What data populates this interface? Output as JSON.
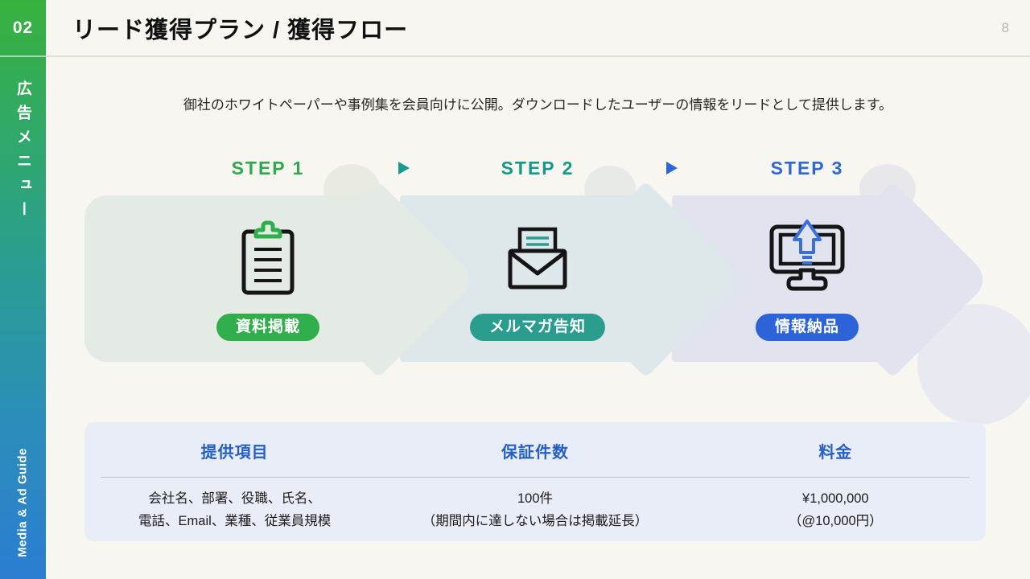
{
  "sidebar": {
    "number": "02",
    "vertical_label": "広告メニュー",
    "bottom_label": "Media & Ad Guide",
    "gradient_top": "#38b23e",
    "gradient_middle": "#2aa08b",
    "gradient_bottom": "#2b7ed2"
  },
  "header": {
    "title": "リード獲得プラン / 獲得フロー",
    "page_number": "8"
  },
  "description": "御社のホワイトペーパーや事例集を会員向けに公開。ダウンロードしたユーザーの情報をリードとして提供します。",
  "flow": {
    "steps": [
      {
        "label": "STEP 1",
        "badge": "資料掲載",
        "icon": "clipboard-icon",
        "accent_color": "#2fae4b",
        "arrow_color": "#e4ebe4"
      },
      {
        "label": "STEP 2",
        "badge": "メルマガ告知",
        "icon": "envelope-open-icon",
        "accent_color": "#2a9d8f",
        "arrow_color": "#dee7ea"
      },
      {
        "label": "STEP 3",
        "badge": "情報納品",
        "icon": "monitor-upload-icon",
        "accent_color": "#2c63d9",
        "arrow_color": "#e1e4ef"
      }
    ]
  },
  "table": {
    "header_color": "#2460c8",
    "background_color": "#e9edf7",
    "columns": [
      {
        "header": "提供項目",
        "line1": "会社名、部署、役職、氏名、",
        "line2": "電話、Email、業種、従業員規模"
      },
      {
        "header": "保証件数",
        "line1": "100件",
        "line2": "（期間内に達しない場合は掲載延長）"
      },
      {
        "header": "料金",
        "line1": "¥1,000,000",
        "line2": "（@10,000円）"
      }
    ]
  }
}
